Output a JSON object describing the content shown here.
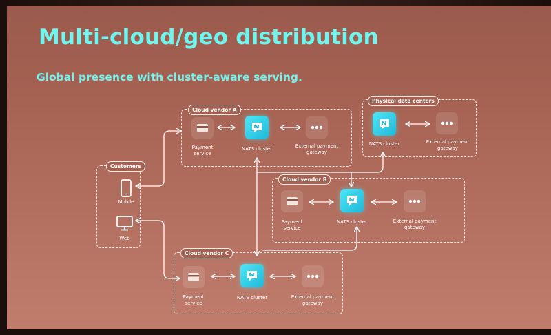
{
  "slide": {
    "title": "Multi-cloud/geo distribution",
    "subtitle": "Global presence with cluster-aware serving."
  },
  "customers": {
    "label": "Customers",
    "mobile": "Mobile",
    "web": "Web"
  },
  "vendor_a": {
    "label": "Cloud vendor A",
    "payment": [
      "Payment",
      "service"
    ],
    "nats": "NATS cluster",
    "gateway": [
      "External payment",
      "gateway"
    ]
  },
  "physical": {
    "label": "Physical data centers",
    "nats": "NATS cluster",
    "gateway": [
      "External payment",
      "gateway"
    ]
  },
  "vendor_b": {
    "label": "Cloud vendor B",
    "payment": [
      "Payment",
      "service"
    ],
    "nats": "NATS cluster",
    "gateway": [
      "External payment",
      "gateway"
    ]
  },
  "vendor_c": {
    "label": "Cloud vendor C",
    "payment": [
      "Payment",
      "service"
    ],
    "nats": "NATS cluster",
    "gateway": [
      "External payment",
      "gateway"
    ]
  },
  "icons": {
    "payment": "credit-card-icon",
    "nats": "nats-logo-icon",
    "gateway": "more-dots-icon",
    "mobile": "mobile-phone-icon",
    "web": "monitor-icon"
  },
  "colors": {
    "accent": "#6ff4ee",
    "nats": "#2fcbe6"
  }
}
